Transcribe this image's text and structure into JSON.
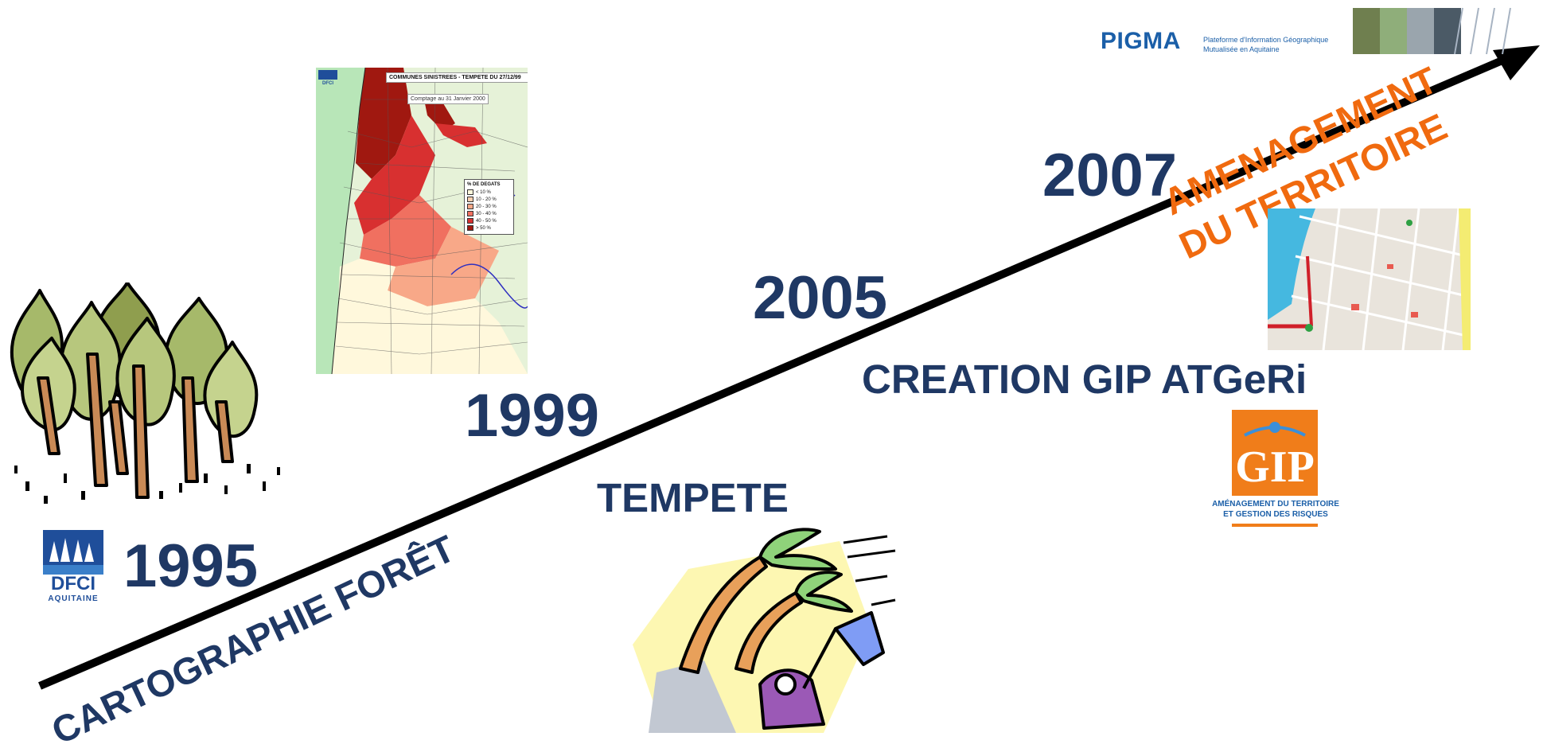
{
  "timeline": {
    "years": [
      "1995",
      "1999",
      "2005",
      "2007"
    ],
    "cartographie": "CARTOGRAPHIE FORÊT",
    "tempete": "TEMPETE",
    "creation": "CREATION GIP ATGeRi",
    "amenagement_line1": "AMENAGEMENT",
    "amenagement_line2": "DU TERRITOIRE"
  },
  "dfci_logo": {
    "line1": "DFCI",
    "line2": "AQUITAINE"
  },
  "damage_map": {
    "title": "COMMUNES SINISTREES - TEMPETE DU 27/12/99",
    "subtitle": "Comptage au 31 Janvier 2000",
    "legend_title": "% DE DEGATS",
    "legend": [
      "< 10 %",
      "10 - 20 %",
      "20 - 30 %",
      "30 - 40 %",
      "40 - 50 %",
      "> 50 %"
    ],
    "legend_colors": [
      "#fff8dc",
      "#fdd0b0",
      "#f8a888",
      "#f07060",
      "#d83030",
      "#a01810"
    ]
  },
  "pigma": {
    "name": "PIGMA",
    "tagline_1": "Plateforme d'Information Géographique",
    "tagline_2": "Mutualisée en Aquitaine"
  },
  "gip_logo": {
    "name": "GIP",
    "caption_1": "AMÉNAGEMENT DU TERRITOIRE",
    "caption_2": "ET GESTION DES RISQUES"
  },
  "colors": {
    "year_text": "#1f3864",
    "orange_text": "#f06a0f",
    "arrow": "#000000"
  }
}
